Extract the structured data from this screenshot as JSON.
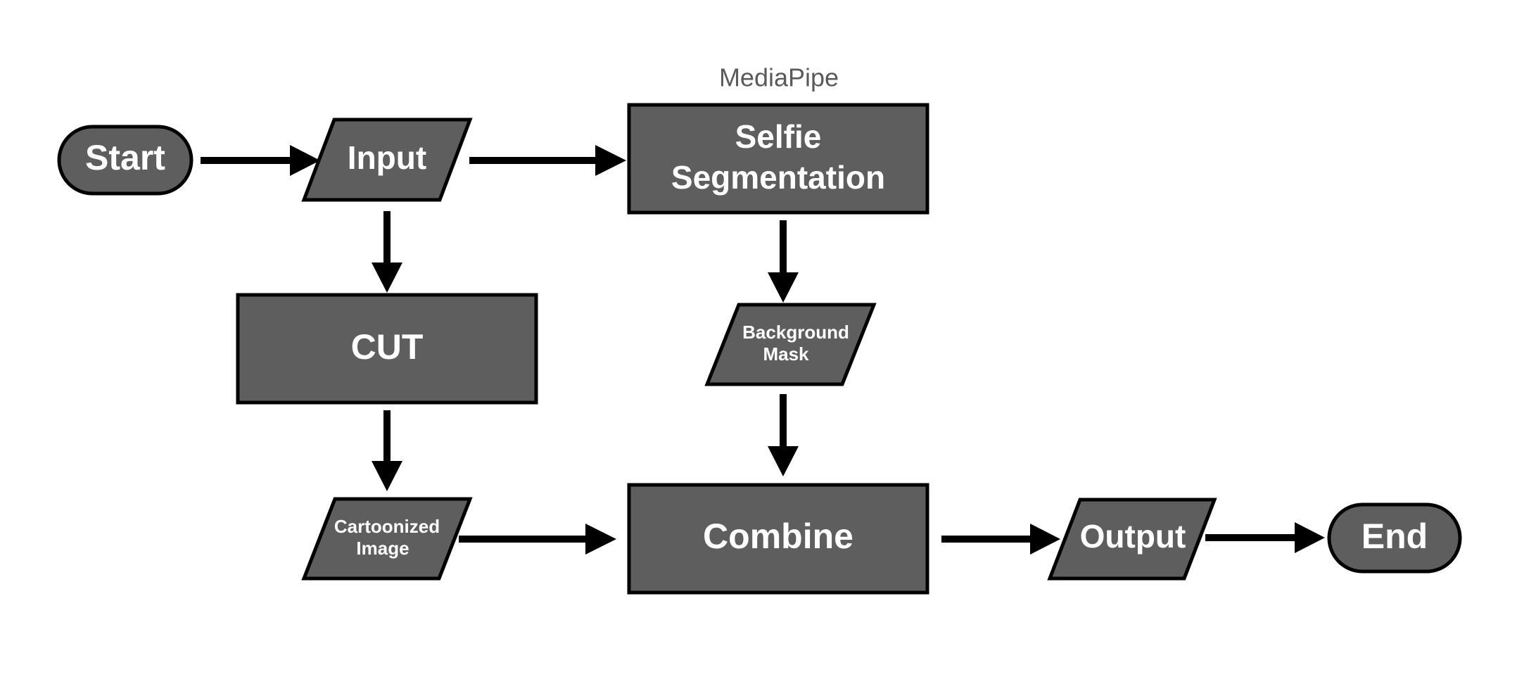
{
  "labels": {
    "start": "Start",
    "input": "Input",
    "cut": "CUT",
    "cartoonized_line1": "Cartoonized",
    "cartoonized_line2": "Image",
    "selfie_line1": "Selfie",
    "selfie_line2": "Segmentation",
    "mediapipe": "MediaPipe",
    "background_line1": "Background",
    "background_line2": "Mask",
    "combine": "Combine",
    "output": "Output",
    "end": "End"
  },
  "colors": {
    "node_fill": "#5e5e5e",
    "node_stroke": "#000000",
    "node_text": "#ffffff",
    "caption_text": "#5a5a5a",
    "arrow": "#000000"
  }
}
